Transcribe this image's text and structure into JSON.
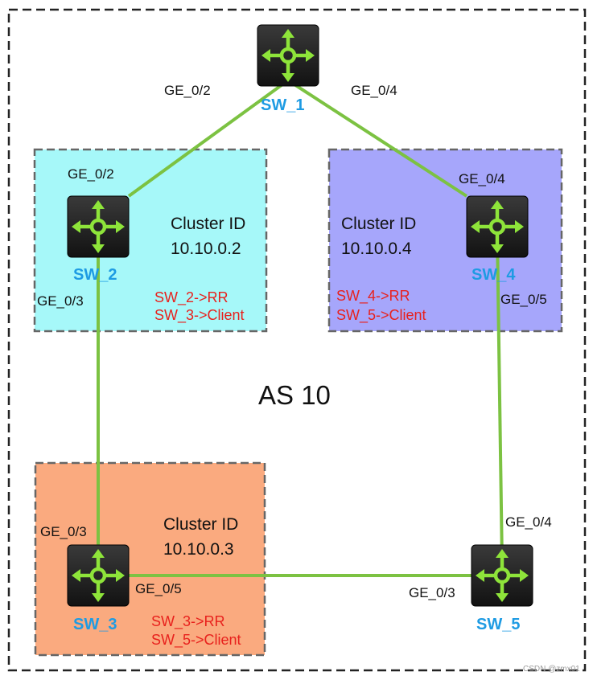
{
  "as_label": "AS 10",
  "watermark": "CSDN @zmx01",
  "colors": {
    "link": "#7cc242",
    "cluster_sw2": "#a6f8f9",
    "cluster_sw3": "#faaa7f",
    "cluster_sw4": "#a6a6fb",
    "switch_body": "#1b1b1b",
    "switch_glyph": "#8ee43a",
    "switch_name": "#1e9be3",
    "role_text": "#e8211d"
  },
  "switches": [
    {
      "id": "sw1",
      "name": "SW_1",
      "icon": "switch-icon"
    },
    {
      "id": "sw2",
      "name": "SW_2",
      "icon": "switch-icon"
    },
    {
      "id": "sw3",
      "name": "SW_3",
      "icon": "switch-icon"
    },
    {
      "id": "sw4",
      "name": "SW_4",
      "icon": "switch-icon"
    },
    {
      "id": "sw5",
      "name": "SW_5",
      "icon": "switch-icon"
    }
  ],
  "clusters": [
    {
      "id": "sw2",
      "title": "Cluster ID",
      "cluster_id": "10.10.0.2",
      "roles": [
        "SW_2->RR",
        "SW_3->Client"
      ]
    },
    {
      "id": "sw4",
      "title": "Cluster ID",
      "cluster_id": "10.10.0.4",
      "roles": [
        "SW_4->RR",
        "SW_5->Client"
      ]
    },
    {
      "id": "sw3",
      "title": "Cluster ID",
      "cluster_id": "10.10.0.3",
      "roles": [
        "SW_3->RR",
        "SW_5->Client"
      ]
    }
  ],
  "links": [
    {
      "from": "SW_1",
      "to": "SW_2",
      "from_port": "GE_0/2",
      "to_port": "GE_0/2"
    },
    {
      "from": "SW_1",
      "to": "SW_4",
      "from_port": "GE_0/4",
      "to_port": "GE_0/4"
    },
    {
      "from": "SW_2",
      "to": "SW_3",
      "from_port": "GE_0/3",
      "to_port": "GE_0/3"
    },
    {
      "from": "SW_4",
      "to": "SW_5",
      "from_port": "GE_0/5",
      "to_port": "GE_0/4"
    },
    {
      "from": "SW_3",
      "to": "SW_5",
      "from_port": "GE_0/5",
      "to_port": "GE_0/3"
    }
  ]
}
